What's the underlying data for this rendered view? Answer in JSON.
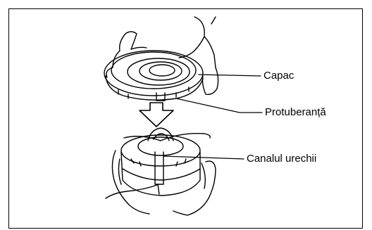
{
  "figure": {
    "labels": {
      "capac": "Capac",
      "protuberanta": "Protuberanță",
      "canalul_urechii": "Canalul urechii"
    },
    "icons": {
      "upper": "hand-holding-cap-illustration",
      "arrow": "down-arrow-icon",
      "lower": "hands-holding-spool-illustration"
    }
  }
}
